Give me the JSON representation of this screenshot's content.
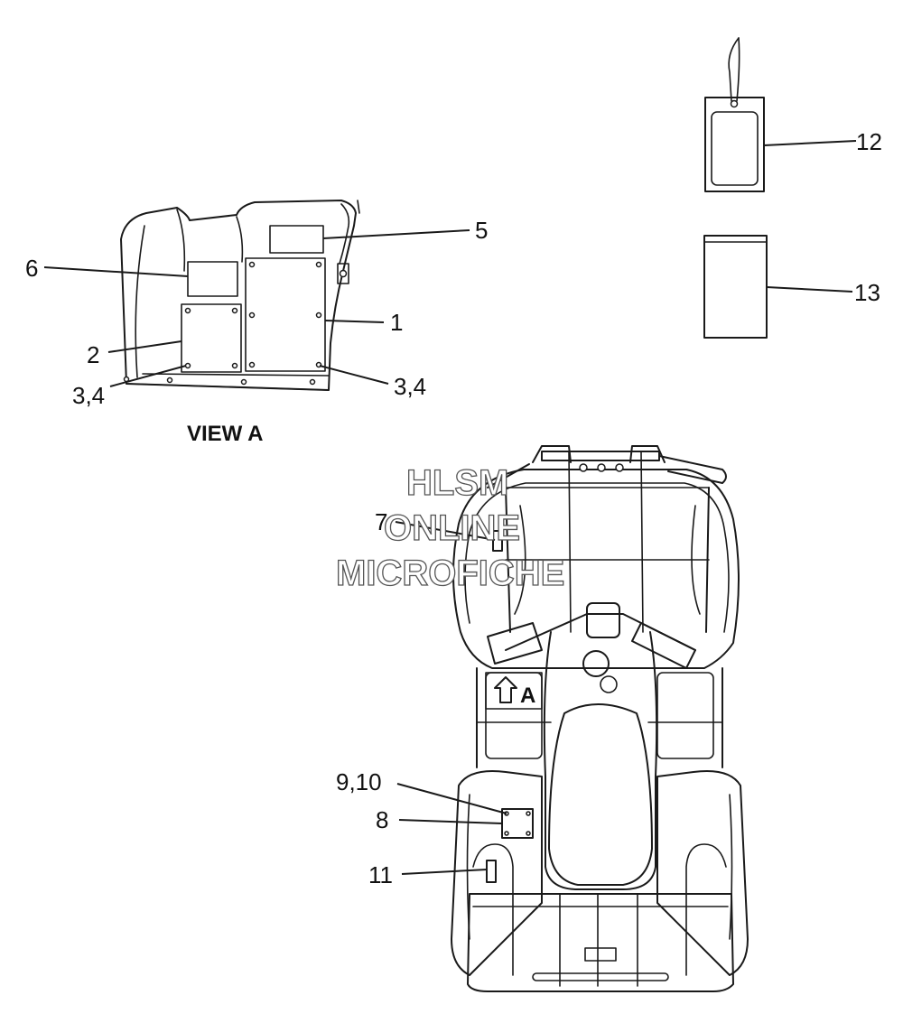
{
  "view_title": "VIEW A",
  "arrow_label": "A",
  "callouts": {
    "c1": "1",
    "c2": "2",
    "c34_left": "3,4",
    "c34_right": "3,4",
    "c5": "5",
    "c6": "6",
    "c7": "7",
    "c8": "8",
    "c910": "9,10",
    "c11": "11",
    "c12": "12",
    "c13": "13"
  },
  "watermark": {
    "line1": "HLSM",
    "line2": "ONLINE",
    "line3": "MICROFICHE"
  }
}
